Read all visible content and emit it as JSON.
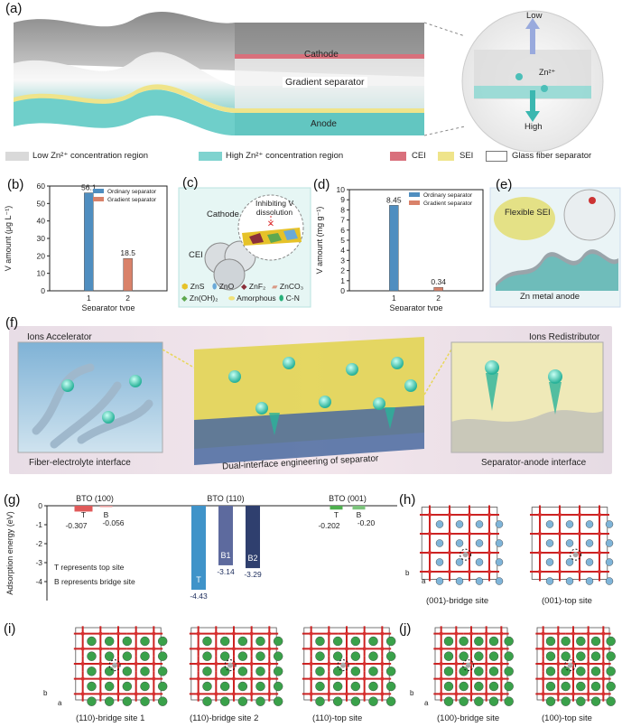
{
  "panels": {
    "a": "(a)",
    "b": "(b)",
    "c": "(c)",
    "d": "(d)",
    "e": "(e)",
    "f": "(f)",
    "g": "(g)",
    "h": "(h)",
    "i": "(i)",
    "j": "(j)"
  },
  "a": {
    "cathode": "Cathode",
    "separator": "Gradient separator",
    "anode": "Anode",
    "low": "Low",
    "high": "High",
    "zn": "Zn²⁺",
    "legend": [
      {
        "label": "Low Zn²⁺ concentration region",
        "color": "#d9d9d9"
      },
      {
        "label": "High Zn²⁺ concentration region",
        "color": "#7fd3cf"
      },
      {
        "label": "CEI",
        "color": "#d9707c"
      },
      {
        "label": "SEI",
        "color": "#efe48a"
      },
      {
        "label": "Glass fiber separator",
        "color": "#ffffff"
      }
    ]
  },
  "c": {
    "cathode": "Cathode",
    "cei": "CEI",
    "inhibit": "Inhibiting V dissolution",
    "legend": [
      "ZnS",
      "ZnO",
      "ZnF₂",
      "ZnCO₃",
      "Zn(OH)₂",
      "Amorphous",
      "C-N"
    ],
    "colors": {
      "ZnS": "#e6c229",
      "ZnO": "#6aa9d8",
      "ZnF2": "#8b2f3a",
      "ZnCO3": "#d99a86",
      "ZnOH2": "#5fa84f",
      "Amorphous": "#f1e27a",
      "CN": "#28b07a"
    }
  },
  "e": {
    "sei": "Flexible SEI",
    "anode": "Zn metal anode"
  },
  "f": {
    "left_title": "Ions Accelerator",
    "right_title": "Ions Redistributor",
    "left_caption": "Fiber-electrolyte interface",
    "mid_caption": "Dual-interface engineering of separator",
    "right_caption": "Separator-anode interface"
  },
  "h": {
    "left": "(001)-bridge site",
    "right": "(001)-top site"
  },
  "i": {
    "a": "(110)-bridge site 1",
    "b": "(110)-bridge site 2",
    "c": "(110)-top site"
  },
  "j": {
    "left": "(100)-bridge site",
    "right": "(100)-top site"
  },
  "axes": {
    "b": "b",
    "a": "a"
  },
  "chart_data": [
    {
      "id": "b",
      "type": "bar",
      "xlabel": "Separator type",
      "ylabel": "V amount (μg L⁻¹)",
      "categories": [
        "1",
        "2"
      ],
      "ylim": [
        0,
        60
      ],
      "yticks": [
        0,
        10,
        20,
        30,
        40,
        50,
        60
      ],
      "series": [
        {
          "name": "Ordinary separator",
          "values": [
            56.1,
            null
          ],
          "color": "#4f8ec0"
        },
        {
          "name": "Gradient separator",
          "values": [
            null,
            18.5
          ],
          "color": "#d9826a"
        }
      ],
      "data_labels": [
        "56.1",
        "18.5"
      ],
      "legend": "top-right"
    },
    {
      "id": "d",
      "type": "bar",
      "xlabel": "Separator type",
      "ylabel": "V amount (mg g⁻¹)",
      "categories": [
        "1",
        "2"
      ],
      "ylim": [
        0,
        10
      ],
      "yticks": [
        0,
        1,
        2,
        3,
        4,
        5,
        6,
        7,
        8,
        9,
        10
      ],
      "series": [
        {
          "name": "Ordinary separator",
          "values": [
            8.45,
            null
          ],
          "color": "#4f8ec0"
        },
        {
          "name": "Gradient separator",
          "values": [
            null,
            0.34
          ],
          "color": "#d9826a"
        }
      ],
      "data_labels": [
        "8.45",
        "0.34"
      ],
      "legend": "top-right"
    },
    {
      "id": "g",
      "type": "bar",
      "ylabel": "Adsorption energy (eV)",
      "ylim": [
        -5,
        0
      ],
      "yticks": [
        0,
        -1,
        -2,
        -3,
        -4
      ],
      "groups": [
        {
          "name": "BTO (100)",
          "bars": [
            {
              "label": "T",
              "value": -0.307,
              "text": "-0.307",
              "color": "#e05a5a"
            },
            {
              "label": "B",
              "value": -0.056,
              "text": "-0.056",
              "color": "#e59a9a"
            }
          ]
        },
        {
          "name": "BTO (110)",
          "bars": [
            {
              "label": "T",
              "value": -4.43,
              "text": "-4.43",
              "color": "#3f93c9"
            },
            {
              "label": "B1",
              "value": -3.14,
              "text": "-3.14",
              "color": "#5d6a9e"
            },
            {
              "label": "B2",
              "value": -3.29,
              "text": "-3.29",
              "color": "#2f3f6e"
            }
          ]
        },
        {
          "name": "BTO (001)",
          "bars": [
            {
              "label": "T",
              "value": -0.202,
              "text": "-0.202",
              "color": "#4fb04f"
            },
            {
              "label": "B",
              "value": -0.2,
              "text": "-0.20",
              "color": "#7cc47c"
            }
          ]
        }
      ],
      "notes": [
        "T represents top site",
        "B represents bridge site"
      ]
    }
  ]
}
